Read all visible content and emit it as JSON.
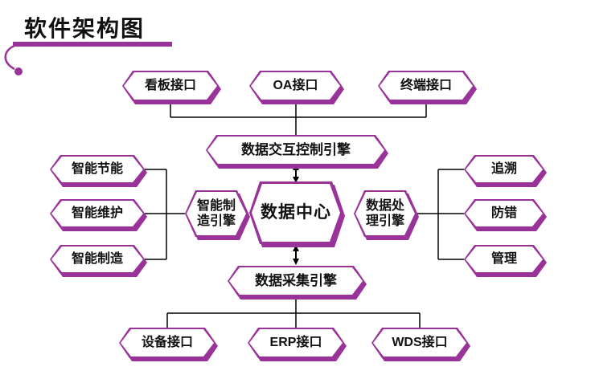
{
  "title": "软件架构图",
  "colors": {
    "accent": "#993299",
    "line": "#000000",
    "text": "#111111"
  },
  "nodes": {
    "kanban": "看板接口",
    "oa": "OA接口",
    "terminal": "终端接口",
    "exchange": "数据交互控制引擎",
    "center": "数据中心",
    "mfg_engine": "智能制造引擎",
    "proc_engine": "数据处理引擎",
    "energy": "智能节能",
    "maintain": "智能维护",
    "manufacture": "智能制造",
    "trace": "追溯",
    "errorproof": "防错",
    "manage": "管理",
    "collect": "数据采集引擎",
    "device": "设备接口",
    "erp": "ERP接口",
    "wds": "WDS接口"
  }
}
